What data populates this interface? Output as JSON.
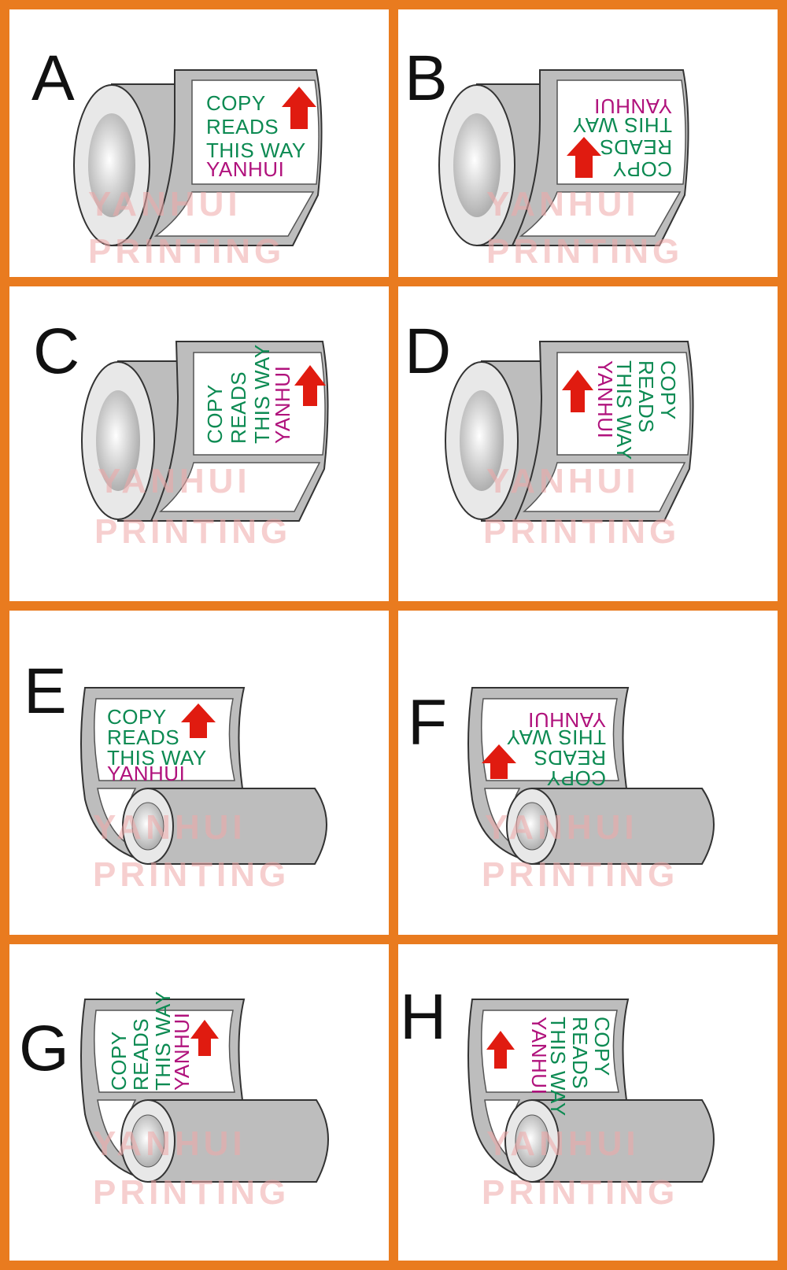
{
  "colors": {
    "frame": "#E97B1F",
    "panel": "#FFFFFF",
    "green_text": "#0C8A52",
    "magenta_text": "#B0127C",
    "arrow": "#E01B10",
    "label_border": "#4A4A4A",
    "core_gray": "#BDBDBD",
    "watermark": "#F0A8A8"
  },
  "label_text": {
    "line1": "COPY",
    "line2": "READS",
    "line3": "THIS WAY",
    "line4": "YANHUI"
  },
  "watermark": {
    "line1": "YANHUI",
    "line2": "PRINTING"
  },
  "icons": {
    "direction_arrow": "arrow-up-icon"
  },
  "panels": [
    {
      "letter": "A",
      "roll": "side-roll",
      "orientation": "upright"
    },
    {
      "letter": "B",
      "roll": "side-roll",
      "orientation": "upside-down"
    },
    {
      "letter": "C",
      "roll": "side-roll",
      "orientation": "rotated-left"
    },
    {
      "letter": "D",
      "roll": "side-roll",
      "orientation": "rotated-right"
    },
    {
      "letter": "E",
      "roll": "front-roll",
      "orientation": "upright"
    },
    {
      "letter": "F",
      "roll": "front-roll",
      "orientation": "upside-down"
    },
    {
      "letter": "G",
      "roll": "front-roll",
      "orientation": "rotated-left"
    },
    {
      "letter": "H",
      "roll": "front-roll",
      "orientation": "rotated-right"
    }
  ]
}
